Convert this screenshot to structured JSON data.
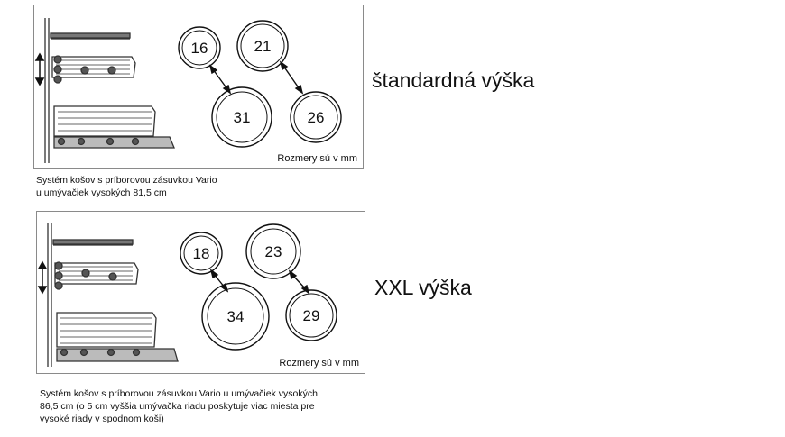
{
  "sections": [
    {
      "id": "standard",
      "height_label": "štandardná výška",
      "units_note": "Rozmery sú v mm",
      "caption": [
        "Systém košov s príborovou zásuvkou Vario",
        "u umývačiek vysokých 81,5 cm"
      ],
      "plates": {
        "top_left": "16",
        "top_right": "21",
        "bottom_left": "31",
        "bottom_right": "26"
      }
    },
    {
      "id": "xxl",
      "height_label": "XXL výška",
      "units_note": "Rozmery sú v mm",
      "caption": [
        "Systém košov s príborovou zásuvkou Vario u umývačiek vysokých",
        "86,5 cm (o 5 cm vyššia umývačka riadu poskytuje viac miesta pre",
        "vysoké riady v spodnom koši)"
      ],
      "plates": {
        "top_left": "18",
        "top_right": "23",
        "bottom_left": "34",
        "bottom_right": "29"
      }
    }
  ],
  "icons": {
    "rack_diagram": "dishwasher-rack-icon",
    "adjust_arrow": "double-arrow-vertical-icon",
    "dimension_arrow": "double-arrow-diagonal-icon"
  }
}
